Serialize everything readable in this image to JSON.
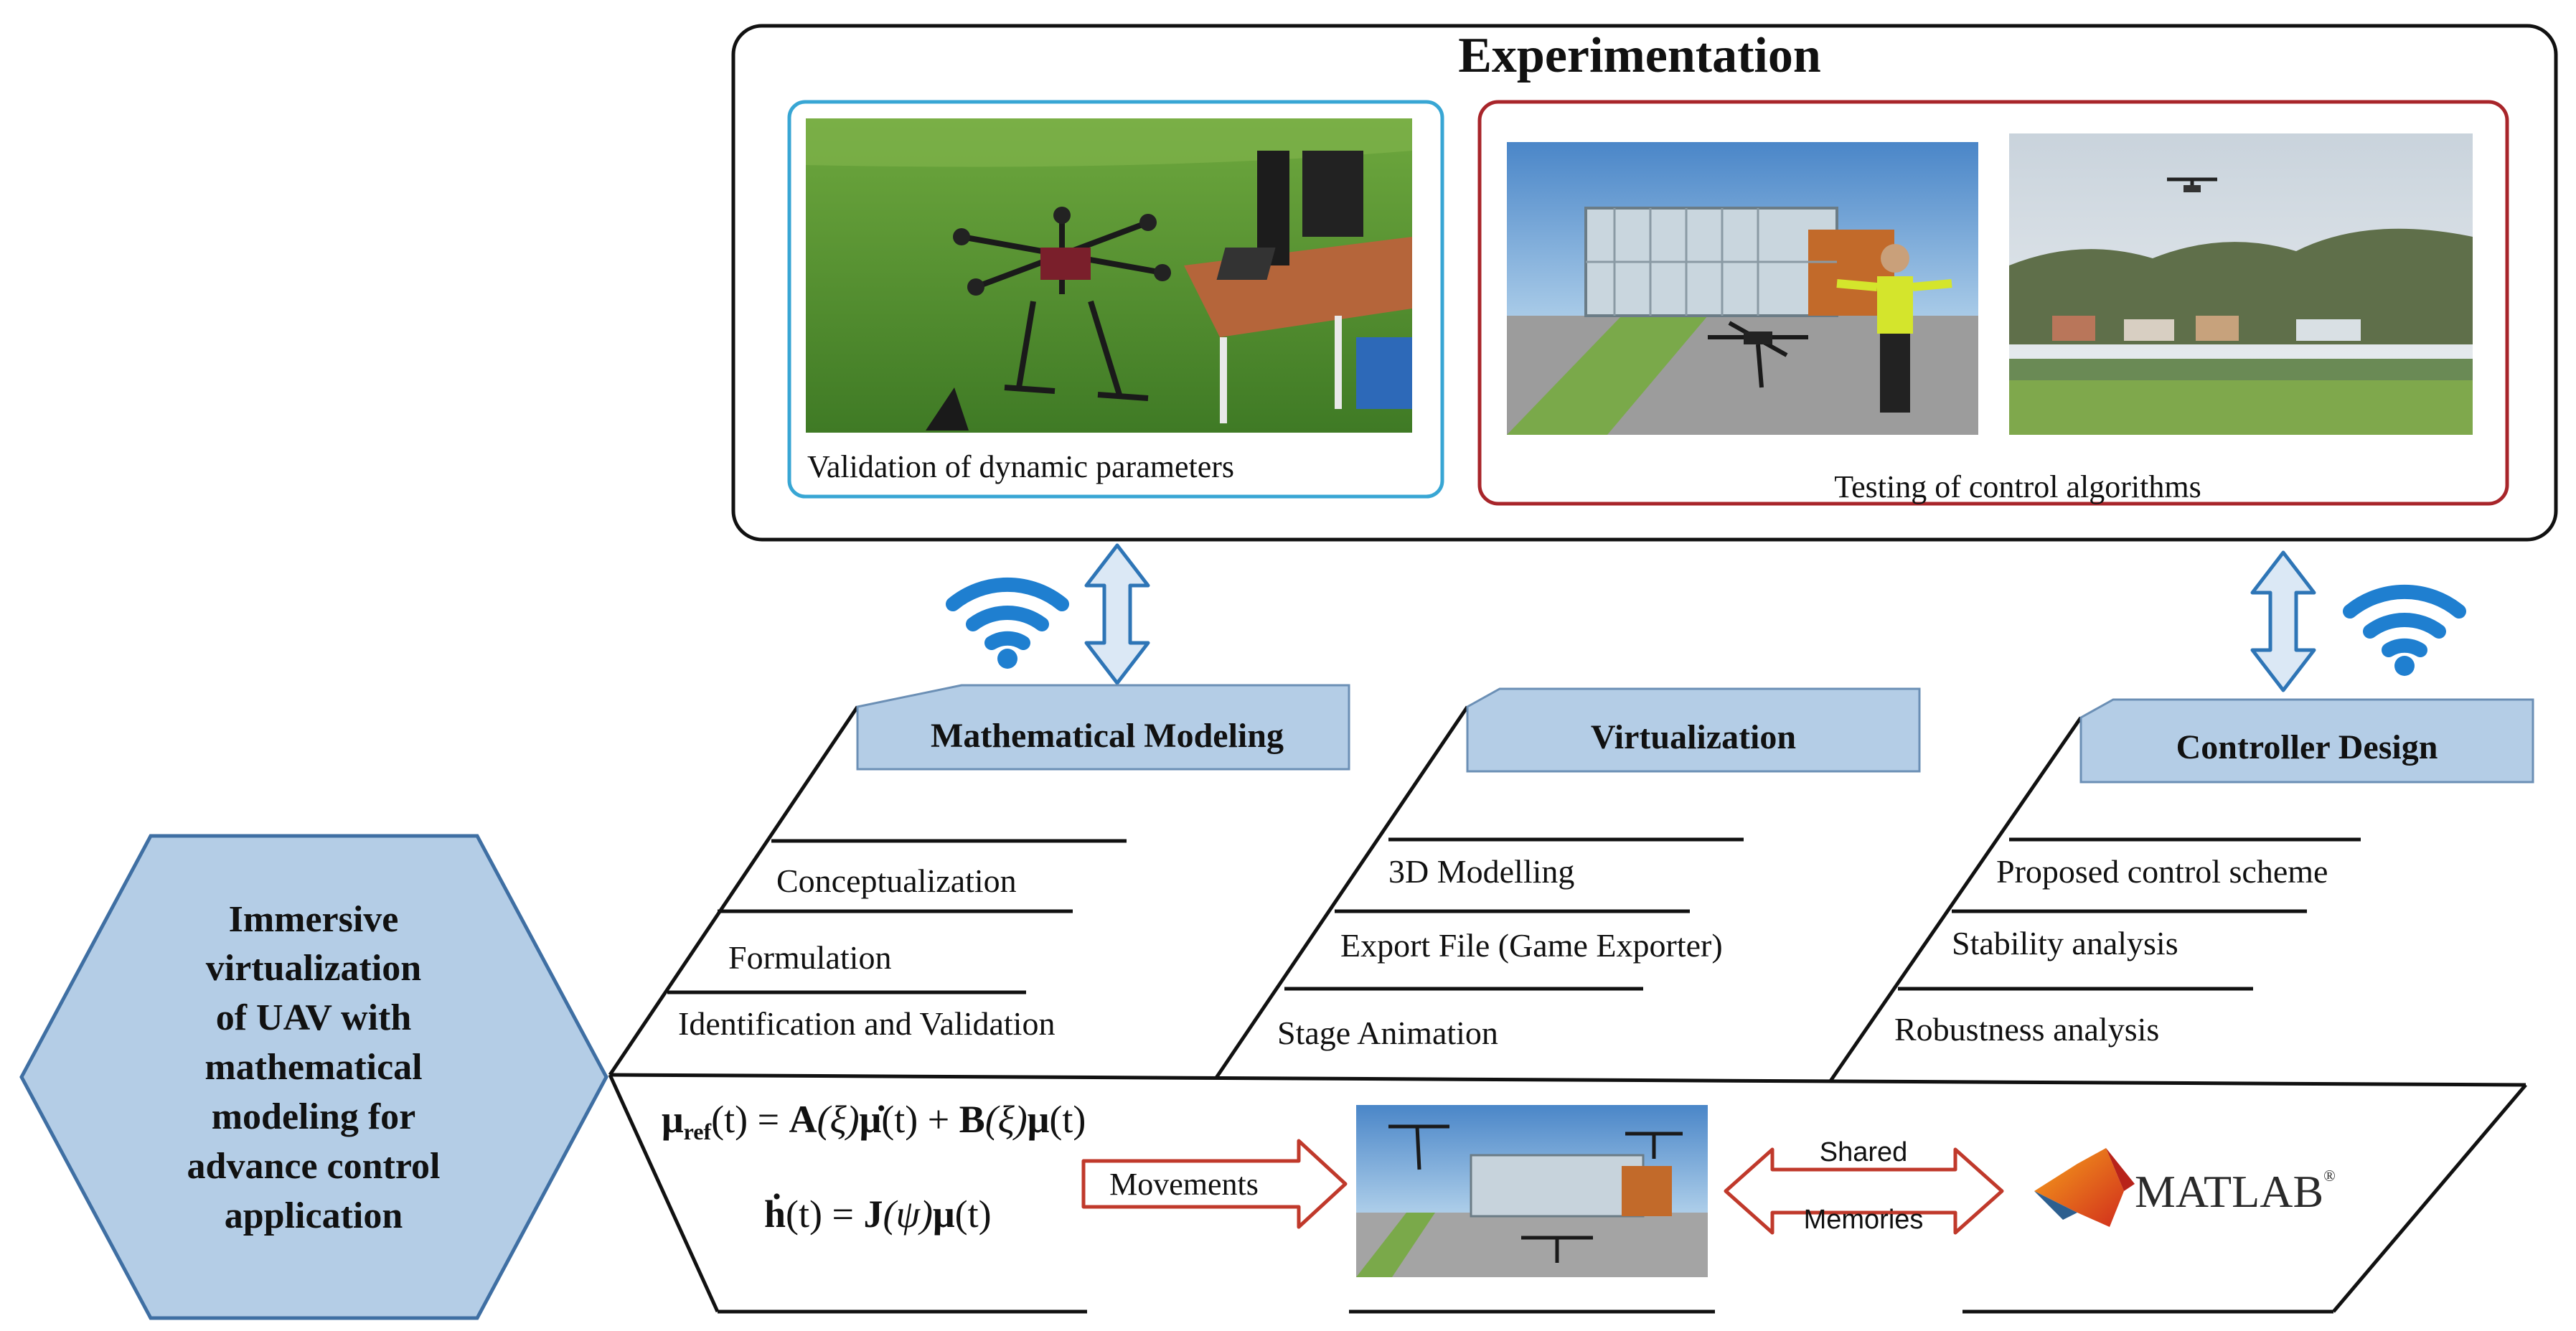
{
  "experimentation": {
    "title": "Experimentation",
    "validation_caption": "Validation of dynamic parameters",
    "testing_caption": "Testing of control algorithms"
  },
  "hexagon": {
    "lines": [
      "Immersive",
      "virtualization",
      "of UAV with",
      "mathematical",
      "modeling for",
      "advance control",
      "application"
    ]
  },
  "branches": {
    "mathematical_modeling": {
      "label": "Mathematical Modeling",
      "items": [
        "Conceptualization",
        "Formulation",
        "Identification and Validation"
      ]
    },
    "virtualization": {
      "label": "Virtualization",
      "items": [
        "3D Modelling",
        "Export File (Game Exporter)",
        "Stage Animation"
      ]
    },
    "controller_design": {
      "label": "Controller Design",
      "items": [
        "Proposed control scheme",
        "Stability analysis",
        "Robustness analysis"
      ]
    }
  },
  "bottom": {
    "movements_label": "Movements",
    "shared_label": "Shared",
    "memories_label": "Memories",
    "matlab_label": "MATLAB",
    "matlab_mark": "®"
  },
  "equations": {
    "eq1": {
      "mu": "μ",
      "ref": "ref",
      "rhs1": "(t) = ",
      "A": "A",
      "xi1": "(ξ)",
      "mudot": "μ̇",
      "t1": "(t) + ",
      "B": "B",
      "xi2": "(ξ)",
      "mu2": "μ",
      "t2": "(t)"
    },
    "eq2": {
      "hdot": "ḣ",
      "t": "(t)",
      "eq": " = ",
      "J": "J",
      "psi": "(ψ)",
      "mu": "μ",
      "t2": "(t)"
    }
  },
  "colors": {
    "tab_fill": "#b4cde6",
    "hexagon_fill": "#b4cde6",
    "validation_border": "#38a6d4",
    "testing_border": "#a8252a",
    "arrow_stroke": "#2e75b6",
    "arrow_fill": "#dbe8f5",
    "red_arrow": "#c0392b",
    "wifi": "#1f7fd0"
  },
  "icons": [
    "wifi-icon",
    "double-arrow-icon",
    "matlab-logo-icon"
  ]
}
